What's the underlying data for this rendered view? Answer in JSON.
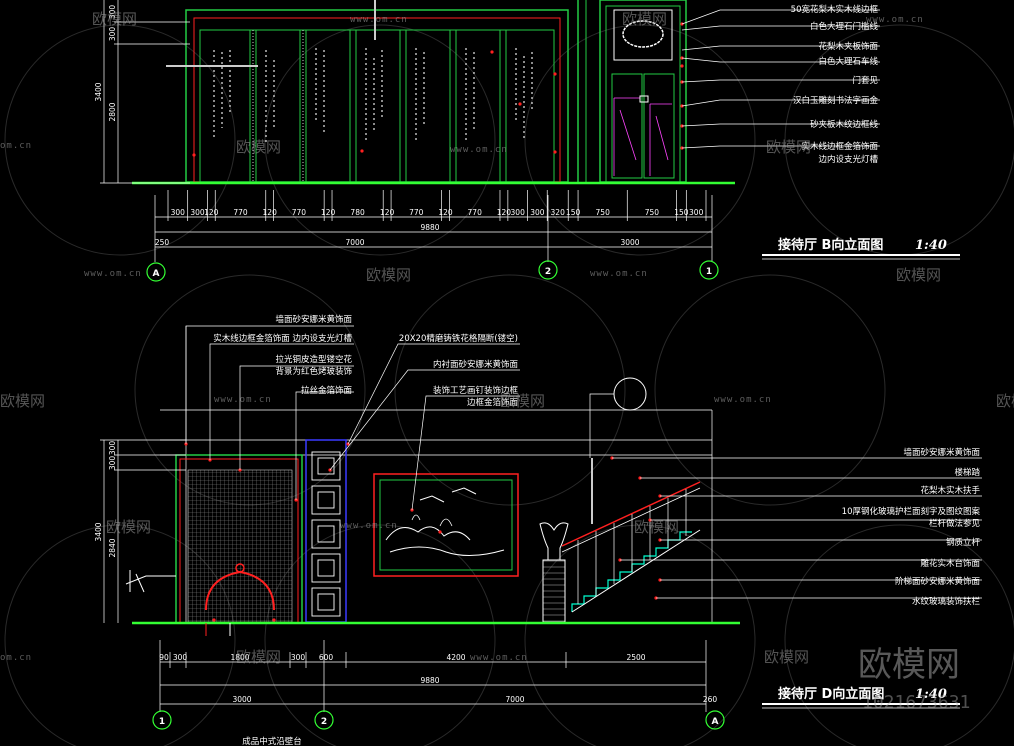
{
  "top_elevation": {
    "title": "接待厅  B向立面图",
    "scale": "1:40",
    "labels": [
      "50宽花梨木实木线边框",
      "白色大理石门槛线",
      "花梨木夹板饰面",
      "白色大理石车线",
      "门套见",
      "汉白玉雕刻书法字画金",
      "砂夹板木纹边框线",
      "实木线边框金箔饰面",
      "边内设支光灯槽"
    ],
    "dims_row1": [
      "300",
      "300",
      "120",
      "770",
      "120",
      "770",
      "120",
      "780",
      "120",
      "770",
      "120",
      "770",
      "120",
      "300",
      "300",
      "320",
      "150",
      "750",
      "750",
      "150",
      "300"
    ],
    "dims_row2": [
      "9880"
    ],
    "dims_row3": [
      "250",
      "7000",
      "3000"
    ],
    "vertical_dims": [
      "300",
      "300",
      "3400",
      "2800"
    ],
    "axis_labels": [
      "A",
      "2",
      "1"
    ]
  },
  "bottom_elevation": {
    "title": "接待厅  D向立面图",
    "scale": "1:40",
    "labels_left": [
      "墙面砂安娜米黄饰面",
      "实木线边框金箔饰面  边内设支光灯槽",
      "拉光铜皮造型镂空花",
      "背景为红色烤玻装饰",
      "拉丝金箔饰面"
    ],
    "labels_center": [
      "20X20精磨铸铁花格隔断(镂空)",
      "内衬面砂安娜米黄饰面",
      "装饰工艺画钉装饰边框",
      "边框金箔饰面"
    ],
    "labels_right": [
      "墙面砂安娜米黄饰面",
      "楼梯踏",
      "花梨木实木扶手",
      "10厚钢化玻璃护栏面刻字及图纹图案",
      "栏杆做法参见",
      "钢质立杆",
      "雕花实木台饰面",
      "阶梯面砂安娜米黄饰面",
      "水纹玻璃装饰扶栏"
    ],
    "dims_row1": [
      "90",
      "300",
      "1800",
      "300",
      "600",
      "4200",
      "2500"
    ],
    "dims_row2": [
      "9880"
    ],
    "dims_row3": [
      "3000",
      "7000",
      "260"
    ],
    "vertical_dims": [
      "300",
      "300",
      "3400",
      "2840"
    ],
    "axis_labels": [
      "1",
      "2",
      "A"
    ],
    "bottom_note": "成品中式沿壁台"
  },
  "watermark": {
    "brand": "欧模网",
    "url": "www.om.cn",
    "url_short": "om.cn",
    "big_brand": "欧模网",
    "id": "1021673631"
  },
  "colors": {
    "background": "#000000",
    "floor_green": "#33ff33",
    "frame_green": "#22cc44",
    "red": "#ff2020",
    "cyan": "#00e5ff",
    "white": "#ffffff",
    "magenta": "#ff44ff",
    "grey_watermark": "#9a9a9a"
  }
}
